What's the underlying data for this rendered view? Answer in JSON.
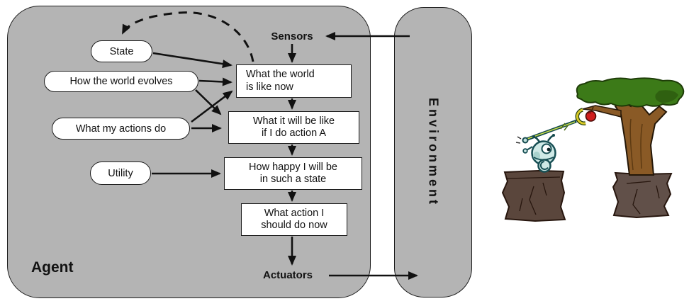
{
  "diagram": {
    "agent_label": "Agent",
    "environment_label": "Environment",
    "sensors_label": "Sensors",
    "actuators_label": "Actuators",
    "ovals": [
      {
        "label": "State"
      },
      {
        "label": "How the world evolves"
      },
      {
        "label": "What my actions do"
      },
      {
        "label": "Utility"
      }
    ],
    "process_boxes": [
      {
        "line1": "What the world",
        "line2": "is like now"
      },
      {
        "line1": "What it will be like",
        "line2": "if I do action A"
      },
      {
        "line1": "How happy I will be",
        "line2": "in such a state"
      },
      {
        "line1": "What action I",
        "line2": "should do now"
      }
    ]
  },
  "colors": {
    "panel_gray": "#b4b4b4",
    "outline_black": "#111111",
    "box_white": "#ffffff",
    "cliff_brown": "#5a463c",
    "trunk_brown": "#8a5a26",
    "canopy_green": "#3c7a18",
    "apple_red": "#cf1d1d",
    "robot_teal": "#cfe9e6",
    "robot_outline_teal": "#174f54",
    "claw_yellow": "#d8c926"
  }
}
